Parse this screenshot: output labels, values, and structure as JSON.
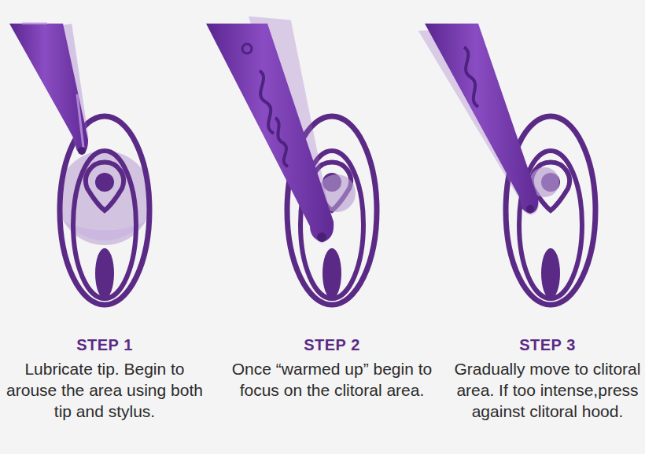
{
  "diagram": {
    "labels": [
      "STEP 1",
      "Lubricate tip. Begin to arouse the area using both tip and stylus.",
      "STEP 2",
      "Once “warmed up” begin to focus on the clitoral area.",
      "STEP 3",
      "Gradually move to clitoral area. If too intense,press against clitoral hood."
    ]
  }
}
